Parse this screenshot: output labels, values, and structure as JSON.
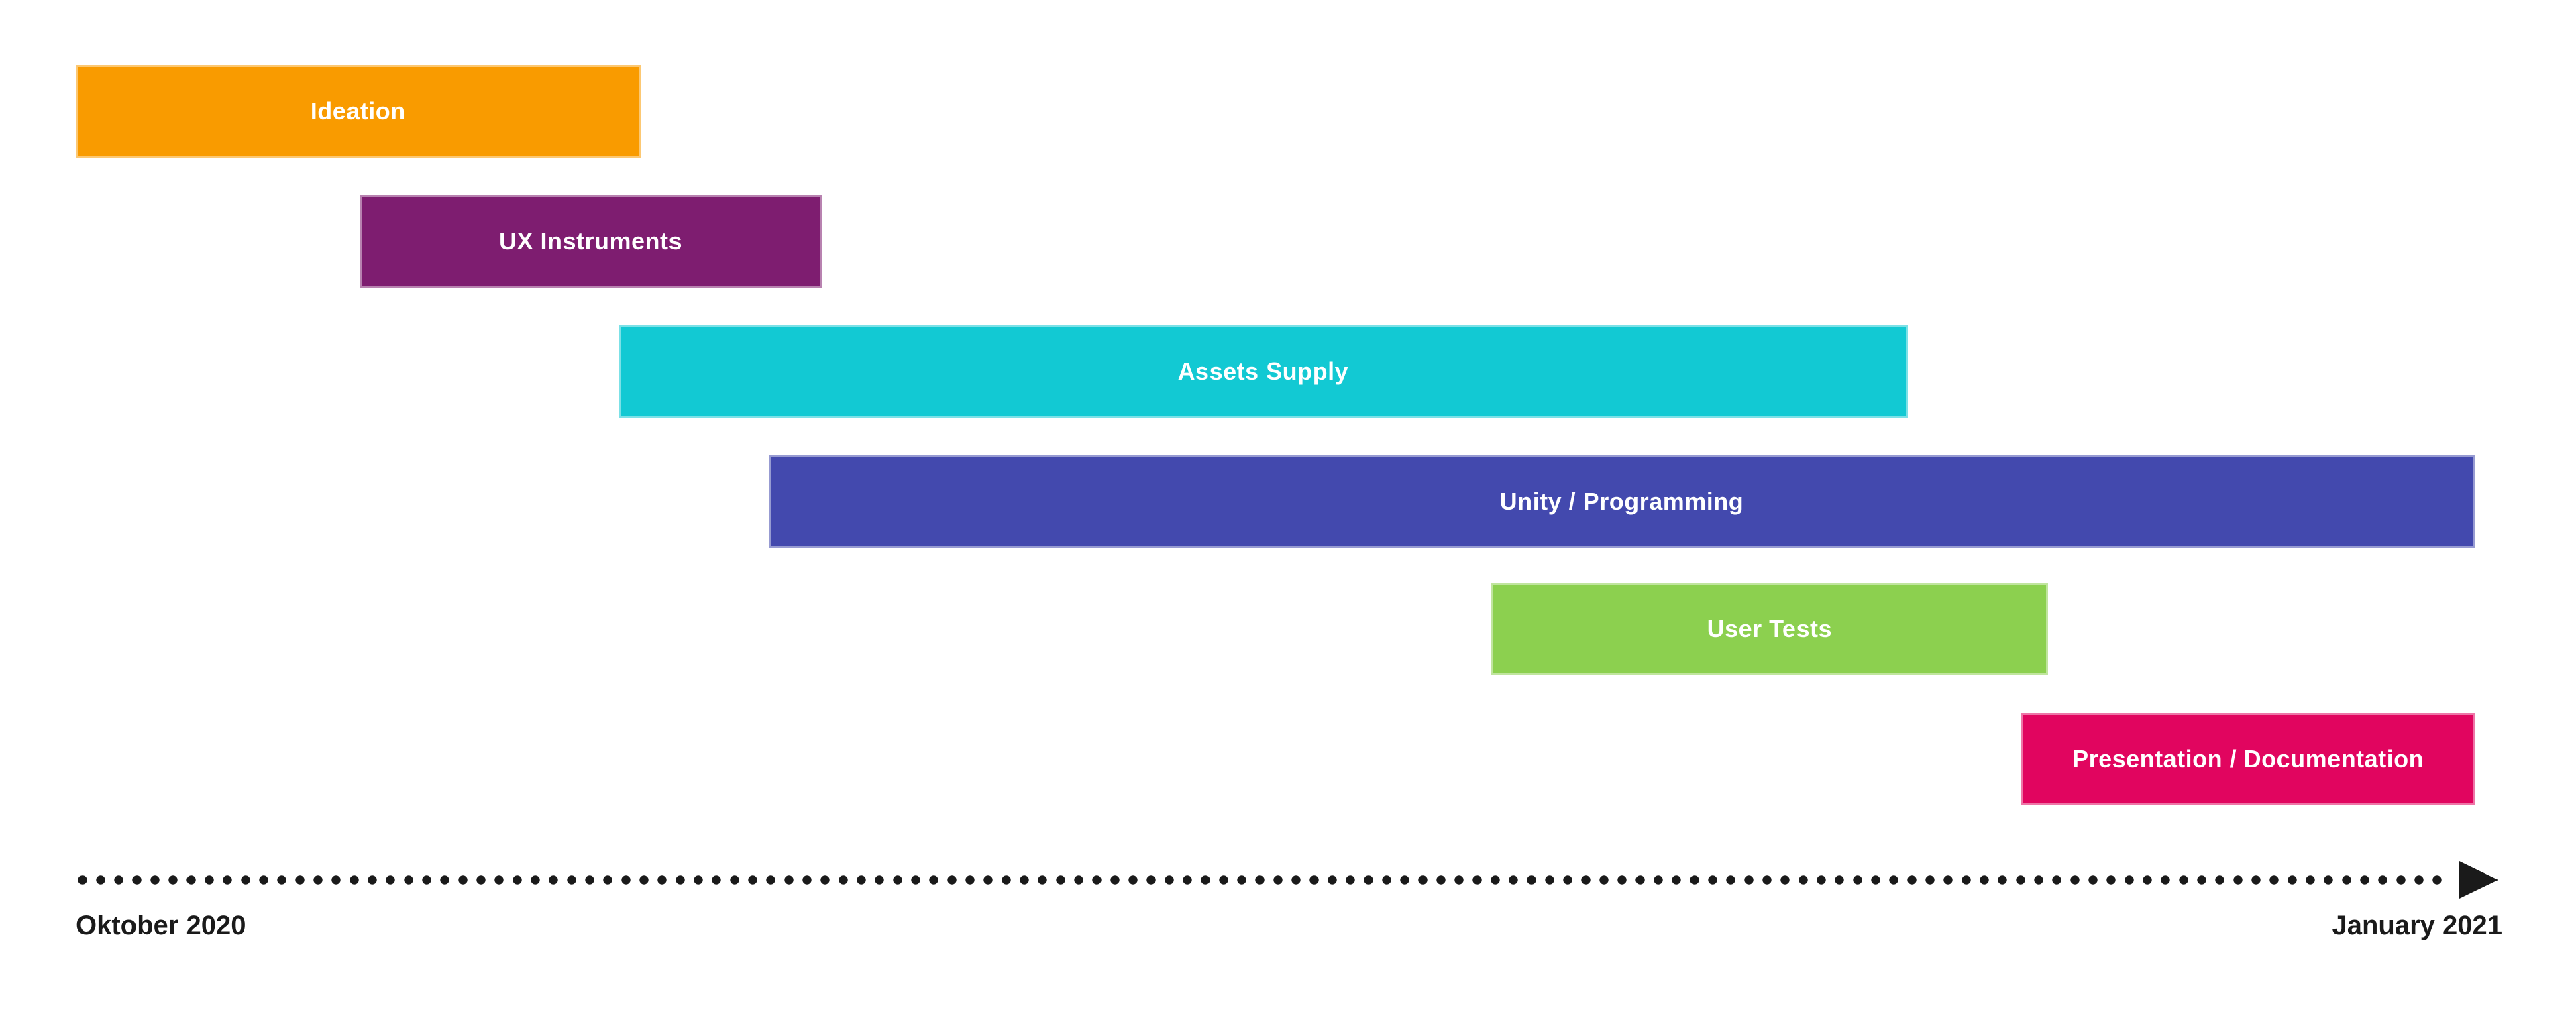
{
  "chart_data": {
    "type": "bar",
    "variant": "gantt-timeline",
    "title": "",
    "legend": "none",
    "grid": "off",
    "axis": {
      "start_label": "Oktober 2020",
      "end_label": "January 2021",
      "style": "dotted-line-with-arrowhead",
      "color": "#1a1a1a",
      "range_pct": [
        0,
        100
      ]
    },
    "tasks": [
      {
        "label": "Ideation",
        "color": "#F99B00",
        "start_pct": 0.0,
        "end_pct": 23.3
      },
      {
        "label": "UX Instruments",
        "color": "#7E1D70",
        "start_pct": 11.7,
        "end_pct": 30.8
      },
      {
        "label": "Assets Supply",
        "color": "#12C9D3",
        "start_pct": 22.4,
        "end_pct": 75.6
      },
      {
        "label": "Unity / Programming",
        "color": "#4349AE",
        "start_pct": 28.6,
        "end_pct": 99.0
      },
      {
        "label": "User Tests",
        "color": "#8CD04F",
        "start_pct": 58.4,
        "end_pct": 81.4
      },
      {
        "label": "Presentation / Documentation",
        "color": "#E1055F",
        "start_pct": 80.3,
        "end_pct": 99.0
      }
    ],
    "bar_text_color": "#FFFFFF"
  }
}
